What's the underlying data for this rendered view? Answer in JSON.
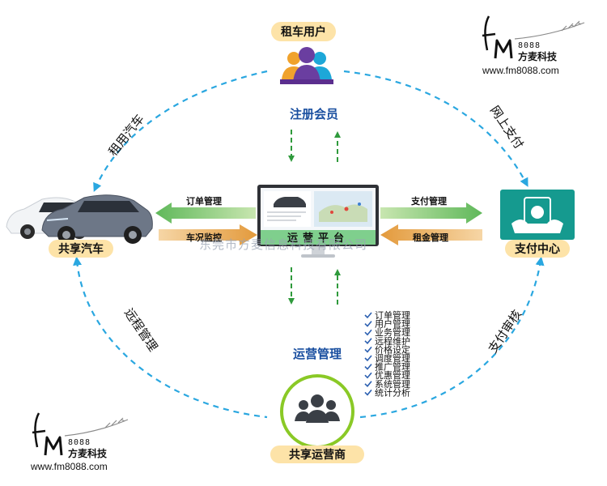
{
  "nodes": {
    "renter": "租车用户",
    "shared_car": "共享汽车",
    "payment_center": "支付中心",
    "operator": "共享运营商",
    "platform": "运营平台"
  },
  "mid_labels": {
    "register": "注册会员",
    "operations": "运营管理"
  },
  "arc_labels": {
    "rent_car": "租用汽车",
    "online_payment": "网上支付",
    "remote_management": "远程管理",
    "payment_review": "支付审核"
  },
  "flow_labels": {
    "order_management": "订单管理",
    "car_monitoring": "车况监控",
    "payment_management": "支付管理",
    "rent_management": "租金管理"
  },
  "operations_list": [
    "订单管理",
    "用户管理",
    "业务管理",
    "远程维护",
    "价格设定",
    "调度管理",
    "推广管理",
    "优惠管理",
    "系统管理",
    "统计分析"
  ],
  "logo": {
    "digits": "8088",
    "company": "方麦科技",
    "website": "www.fm8088.com"
  },
  "watermark": "东莞市方麦信息科技有限公司",
  "colors": {
    "dashed_arc": "#2aa7e0",
    "green_arrow": "#2f9a3c",
    "node_label": "#1a4fa0",
    "pill": "#fde3a8",
    "platform_bar": "#7fcf8d",
    "payment_teal": "#159a8f"
  }
}
